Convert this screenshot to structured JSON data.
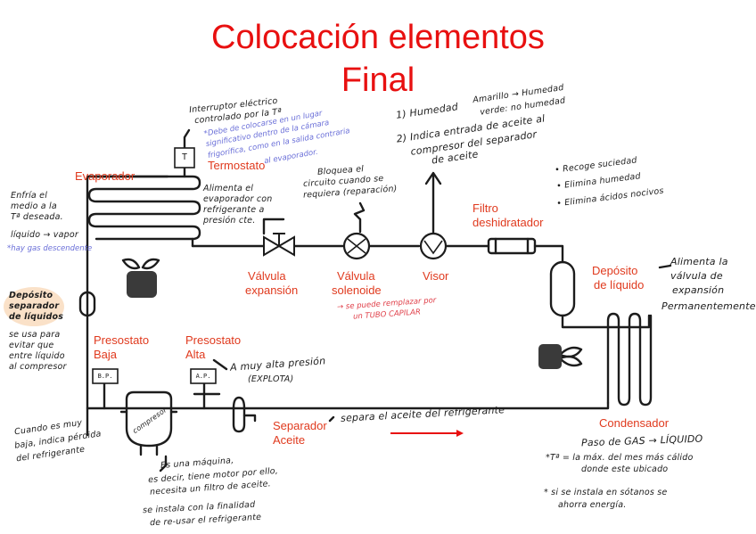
{
  "title": {
    "line1": "Colocación elementos",
    "line2": "Final"
  },
  "colors": {
    "title": "#e81010",
    "label": "#e03a1e",
    "ink": "#1c1c1c",
    "note_blue": "#6a6fd8",
    "note_pink": "#e0404a",
    "highlight": "#f6c89a"
  },
  "labels": {
    "evaporador": "Evaporador",
    "termostato": "Termostato",
    "valvula_expansion_1": "Válvula",
    "valvula_expansion_2": "expansión",
    "valvula_solenoide_1": "Válvula",
    "valvula_solenoide_2": "solenoide",
    "visor": "Visor",
    "filtro_1": "Filtro",
    "filtro_2": "deshidratador",
    "deposito_1": "Depósito",
    "deposito_2": "de líquido",
    "presostato_baja_1": "Presostato",
    "presostato_baja_2": "Baja",
    "presostato_alta_1": "Presostato",
    "presostato_alta_2": "Alta",
    "separador_1": "Separador",
    "separador_2": "Aceite",
    "condensador": "Condensador"
  },
  "components": {
    "termostato_box": "T",
    "bp_box": "B.P.",
    "ap_box": "A.P.",
    "compresor": "compresor"
  },
  "notes": {
    "interruptor_1": "Interruptor eléctrico",
    "interruptor_2": "controlado por la Tª",
    "blue_termostato_1": "*Debe de colocarse en un lugar",
    "blue_termostato_2": "significativo dentro de la cámara",
    "blue_termostato_3": "frigorífica, como en la salida contraria",
    "blue_termostato_4": "al evaporador.",
    "enfria_1": "Enfría el",
    "enfria_2": "medio a la",
    "enfria_3": "Tª deseada.",
    "liquido_vapor": "líquido → vapor",
    "blue_gas": "*hay gas descendente",
    "alimenta_1": "Alimenta el",
    "alimenta_2": "evaporador con",
    "alimenta_3": "refrigerante a",
    "alimenta_4": "presión cte.",
    "bloquea_1": "Bloquea el",
    "bloquea_2": "circuito cuando se",
    "bloquea_3": "requiera (reparación)",
    "humedad_1": "1) Humedad",
    "humedad_amarillo": "Amarillo → Humedad",
    "humedad_verde": "verde: no humedad",
    "indica_1": "2) Indica entrada de aceite al",
    "indica_2": "compresor del separador",
    "indica_3": "de aceite",
    "recoge": "• Recoge suciedad",
    "elimina_humedad": "• Elimina humedad",
    "elimina_acidos": "• Elimina ácidos nocivos",
    "alimenta_valvula_1": "Alimenta la",
    "alimenta_valvula_2": "válvula de",
    "alimenta_valvula_3": "expansión",
    "alimenta_valvula_4": "Permanentemente",
    "pink_solenoide_1": "→ se puede remplazar por",
    "pink_solenoide_2": "un TUBO CAPILAR",
    "deposito_sep_1": "Depósito",
    "deposito_sep_2": "separador",
    "deposito_sep_3": "de líquidos",
    "se_usa_1": "se usa para",
    "se_usa_2": "evitar que",
    "se_usa_3": "entre líquido",
    "se_usa_4": "al compresor",
    "alta_presion_1": "A muy alta presión",
    "alta_presion_2": "(EXPLOTA)",
    "separa": "separa el aceite del refrigerante",
    "cuando_1": "Cuando es muy",
    "cuando_2": "baja, indica pérdida",
    "cuando_3": "del refrigerante",
    "maquina_1": "Es una máquina,",
    "maquina_2": "es decir, tiene motor por ello,",
    "maquina_3": "necesita un filtro de aceite.",
    "instala_1": "se instala con la finalidad",
    "instala_2": "de re-usar el refrigerante",
    "paso_gas": "Paso de GAS → LÍQUIDO",
    "cond_note_1": "*Tª = la máx. del mes más cálido",
    "cond_note_2": "donde este ubicado",
    "cond_note_3": "* si se instala en sótanos se",
    "cond_note_4": "ahorra energía."
  }
}
